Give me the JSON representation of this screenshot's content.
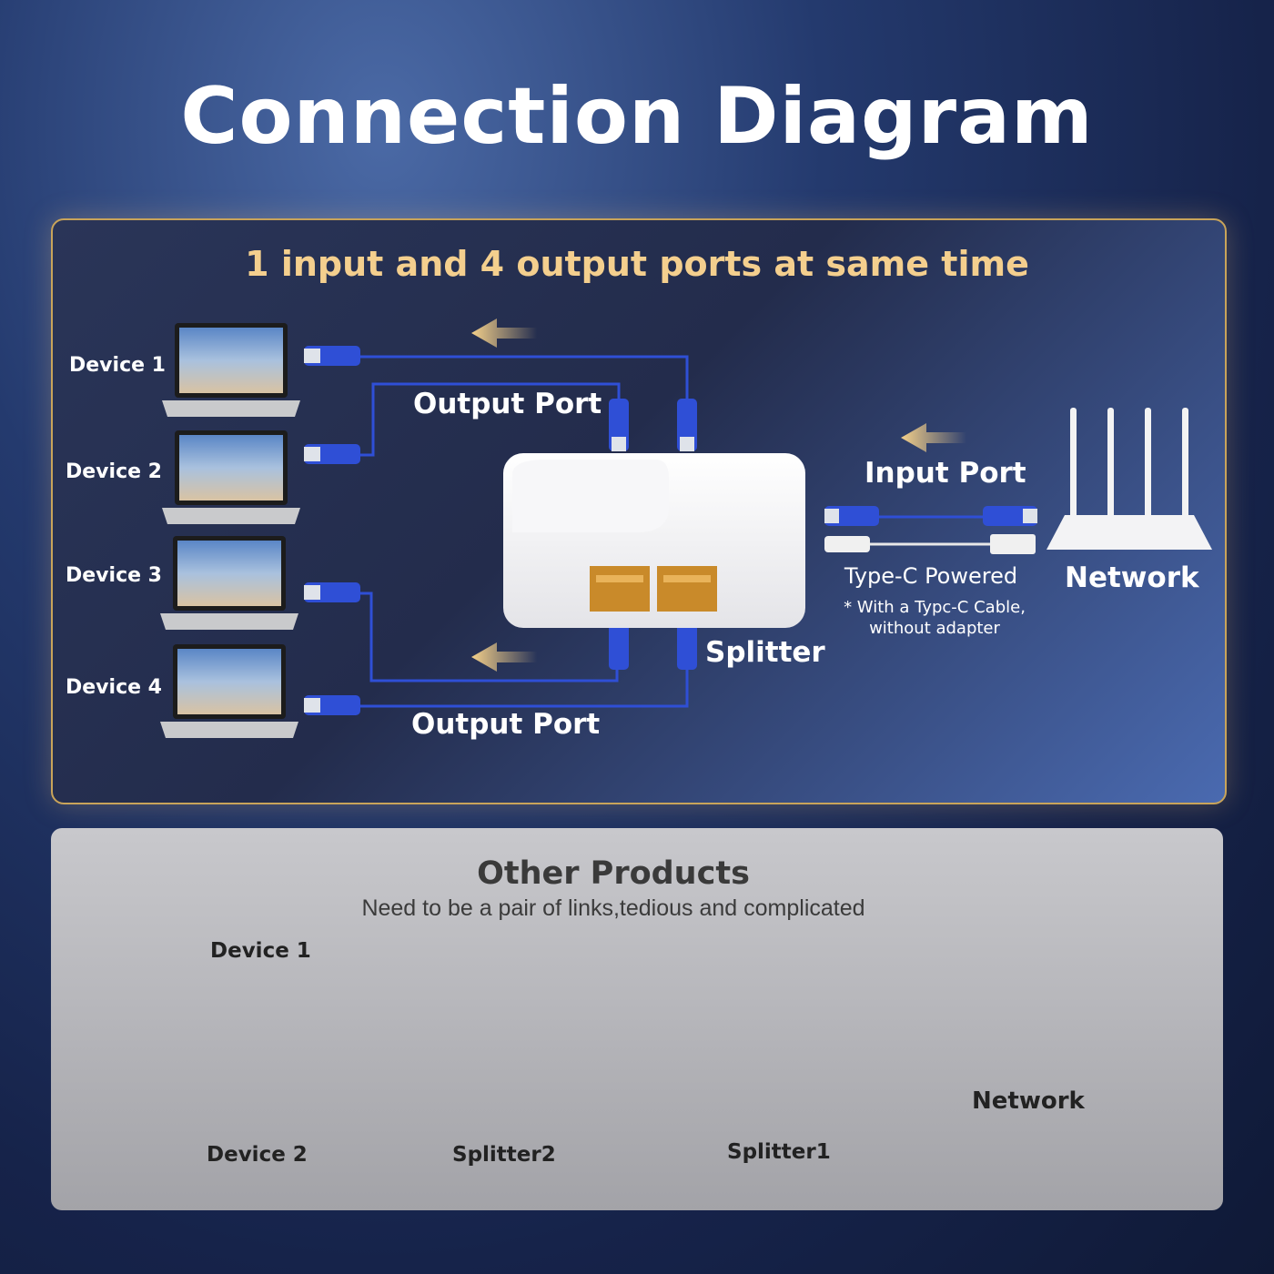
{
  "title": "Connection Diagram",
  "top_panel": {
    "subtitle": "1 input and 4 output ports at same time",
    "devices": [
      "Device 1",
      "Device 2",
      "Device 3",
      "Device 4"
    ],
    "output_port_top": "Output Port",
    "output_port_bottom": "Output Port",
    "input_port": "Input Port",
    "splitter": "Splitter",
    "power": "Type-C Powered",
    "power_note_line1": "* With a Typc-C Cable,",
    "power_note_line2": "without adapter",
    "network": "Network"
  },
  "bottom_panel": {
    "title": "Other Products",
    "subtitle": "Need to be a pair of links,tedious and complicated",
    "device1": "Device 1",
    "device2": "Device 2",
    "splitter2": "Splitter2",
    "splitter1": "Splitter1",
    "network": "Network"
  },
  "colors": {
    "accent_gold": "#f4cf8e",
    "cable_blue": "#2f4fd6",
    "panel_border": "#c9a45a"
  }
}
